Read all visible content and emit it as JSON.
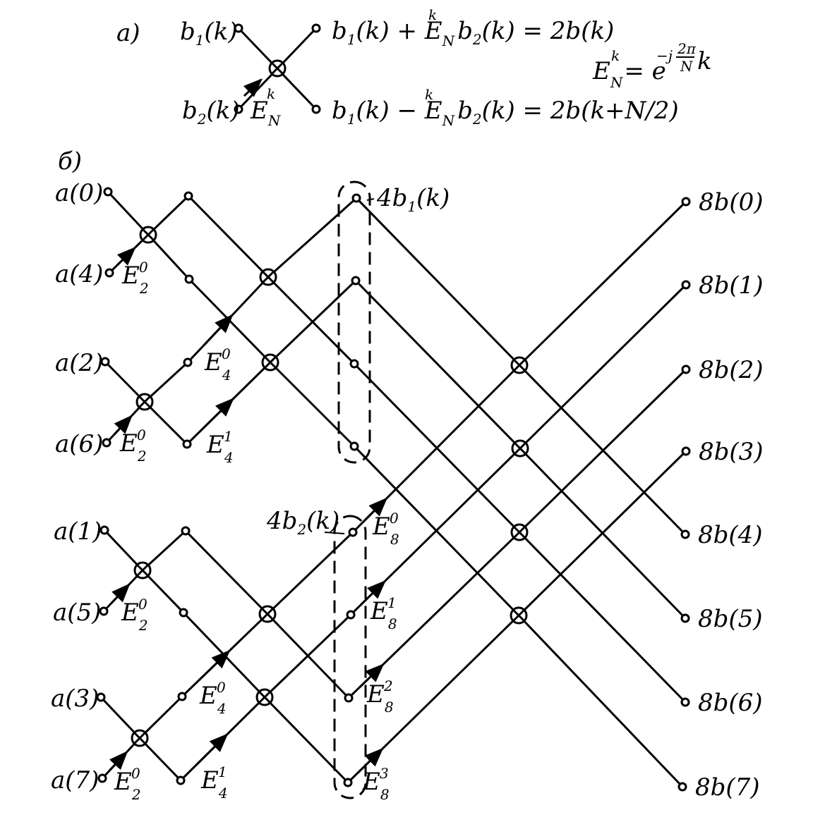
{
  "part_a": {
    "label": "а)",
    "in_top": "b",
    "in_top_sub": "1",
    "in_top_arg": "(k)",
    "in_bot": "b",
    "in_bot_sub": "2",
    "in_bot_arg": "(k)",
    "twiddle": "E",
    "twiddle_sub": "N",
    "twiddle_sup": "k",
    "out_top": "b₁(k) + E_N^k b₂(k) = 2b(k)",
    "out_top_parts": [
      "b",
      "1",
      "(k) + E",
      "N",
      "k",
      "b",
      "2",
      "(k) = 2b(k)"
    ],
    "out_bot_parts": [
      "b",
      "1",
      "(k) − E",
      "N",
      "k",
      "b",
      "2",
      "(k) = 2b(k+N/2)"
    ],
    "formula_parts": [
      "E",
      "N",
      "k",
      "= e",
      "−j",
      "2π",
      "N",
      "k"
    ]
  },
  "part_b": {
    "label": "б)",
    "inputs": [
      "a(0)",
      "a(4)",
      "a(2)",
      "a(6)",
      "a(1)",
      "a(5)",
      "a(3)",
      "a(7)"
    ],
    "outputs": [
      "8b(0)",
      "8b(1)",
      "8b(2)",
      "8b(3)",
      "8b(4)",
      "8b(5)",
      "8b(6)",
      "8b(7)"
    ],
    "group_label_top": [
      "4b",
      "1",
      "(k)"
    ],
    "group_label_bot": [
      "4b",
      "2",
      "(k)"
    ],
    "stage1_twiddles": [
      {
        "base": "E",
        "sub": "2",
        "sup": "0"
      },
      {
        "base": "E",
        "sub": "2",
        "sup": "0"
      },
      {
        "base": "E",
        "sub": "2",
        "sup": "0"
      },
      {
        "base": "E",
        "sub": "2",
        "sup": "0"
      }
    ],
    "stage2_twiddles": [
      {
        "base": "E",
        "sub": "4",
        "sup": "0"
      },
      {
        "base": "E",
        "sub": "4",
        "sup": "1"
      },
      {
        "base": "E",
        "sub": "4",
        "sup": "0"
      },
      {
        "base": "E",
        "sub": "4",
        "sup": "1"
      }
    ],
    "stage3_twiddles": [
      {
        "base": "E",
        "sub": "8",
        "sup": "0"
      },
      {
        "base": "E",
        "sub": "8",
        "sup": "1"
      },
      {
        "base": "E",
        "sub": "8",
        "sup": "2"
      },
      {
        "base": "E",
        "sub": "8",
        "sup": "3"
      }
    ]
  }
}
